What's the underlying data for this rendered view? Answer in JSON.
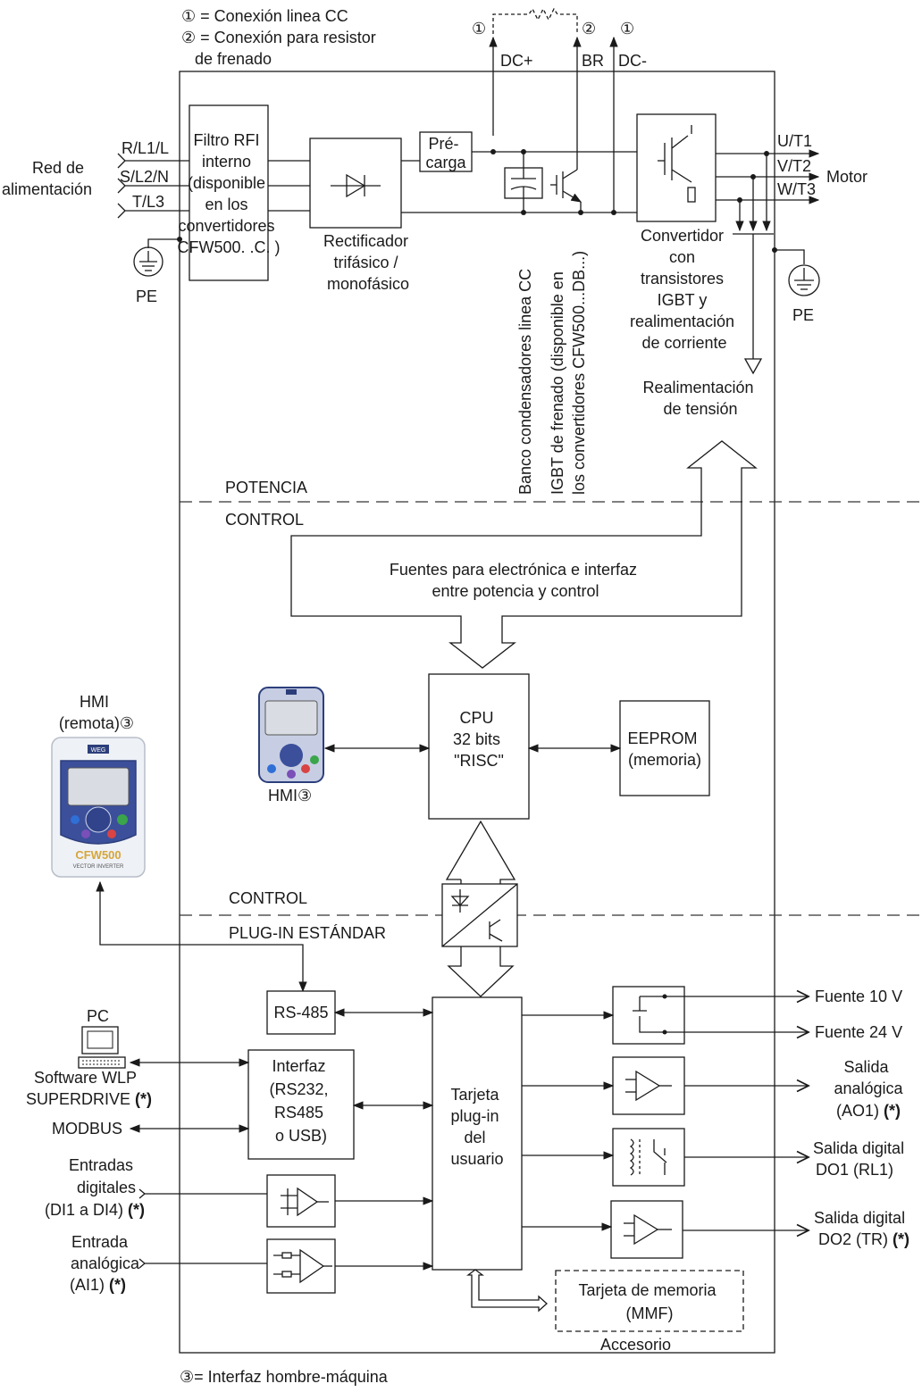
{
  "legend": {
    "note1": "① = Conexión linea CC",
    "note2": "② = Conexión para resistor",
    "note2b": "de frenado",
    "note3": "③= Interfaz hombre-máquina"
  },
  "top_terminals": {
    "dc_plus": "DC+",
    "br": "BR",
    "dc_minus": "DC-",
    "mark1": "①",
    "mark2": "②",
    "mark3": "①"
  },
  "power": {
    "supply_label": [
      "Red de",
      "alimentación"
    ],
    "phases": [
      "R/L1/L",
      "S/L2/N",
      "T/L3"
    ],
    "pe_left": "PE",
    "rfi_filter": [
      "Filtro RFI",
      "interno",
      "(disponible",
      "en los",
      "convertidores",
      "CFW500. .C. )"
    ],
    "rectifier": [
      "Rectificador",
      "trifásico /",
      "monofásico"
    ],
    "precharge": [
      "Pré-",
      "carga"
    ],
    "cap_bank": "Banco condensadores linea CC",
    "igbt_brake": [
      "IGBT de frenado (disponible en",
      "los convertidores CFW500...DB...)"
    ],
    "inverter": [
      "Convertidor",
      "con",
      "transistores",
      "IGBT y",
      "realimentación",
      "de corriente"
    ],
    "outputs": [
      "U/T1",
      "V/T2",
      "W/T3"
    ],
    "motor": "Motor",
    "pe_right": "PE",
    "voltage_feedback": [
      "Realimentación",
      "de tensión"
    ]
  },
  "sections": {
    "potencia": "POTENCIA",
    "control_top": "CONTROL",
    "control_bottom": "CONTROL",
    "plugin": "PLUG-IN ESTÁNDAR"
  },
  "control": {
    "power_supplies": [
      "Fuentes para electrónica e interfaz",
      "entre potencia y control"
    ],
    "cpu": [
      "CPU",
      "32 bits",
      "\"RISC\""
    ],
    "eeprom": [
      "EEPROM",
      "(memoria)"
    ],
    "hmi_local": "HMI③",
    "hmi_remote": [
      "HMI",
      "(remota)③"
    ]
  },
  "plugin": {
    "pc": "PC",
    "rs485": "RS-485",
    "interface": [
      "Interfaz",
      "(RS232,",
      "RS485",
      "o USB)"
    ],
    "software": [
      "Software WLP",
      "SUPERDRIVE"
    ],
    "asterisk": "(*)",
    "modbus": "MODBUS",
    "digital_inputs": [
      "Entradas",
      "digitales",
      "(DI1 a DI4)"
    ],
    "analog_input": [
      "Entrada",
      "analógica",
      "(AI1)"
    ],
    "user_card": [
      "Tarjeta",
      "plug-in",
      "del",
      "usuario"
    ],
    "memory_card": [
      "Tarjeta de memoria",
      "(MMF)"
    ],
    "accessory": "Accesorio",
    "source10": "Fuente 10 V",
    "source24": "Fuente  24 V",
    "analog_output": [
      "Salida",
      "analógica",
      "(AO1)"
    ],
    "digital_out1": [
      "Salida digital",
      "DO1 (RL1)"
    ],
    "digital_out2": [
      "Salida digital",
      "DO2 (TR)"
    ]
  },
  "hmi_device": {
    "brand": "WEG",
    "model": "CFW500",
    "subtitle": "VECTOR INVERTER"
  }
}
